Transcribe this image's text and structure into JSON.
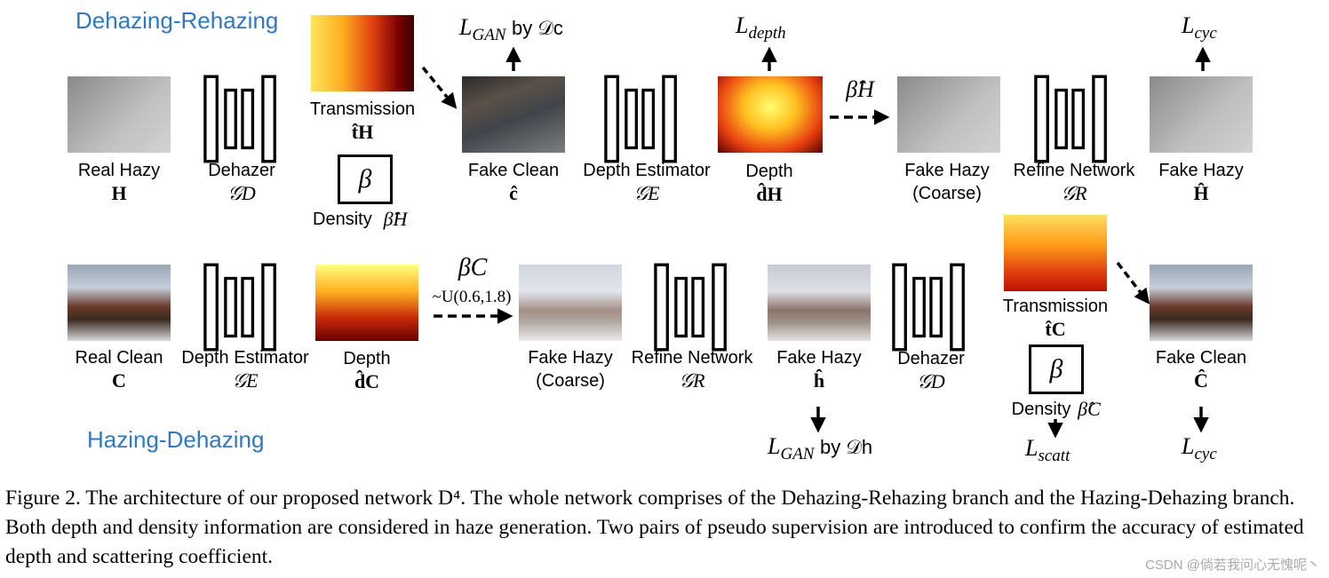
{
  "branches": {
    "top": "Dehazing-Rehazing",
    "bottom": "Hazing-Dehazing"
  },
  "top_row": {
    "real_hazy": {
      "label": "Real Hazy",
      "sym": "H"
    },
    "dehazer": {
      "label": "Dehazer",
      "sym": "𝒢D"
    },
    "transmission": {
      "label": "Transmission",
      "sym": "t̂H"
    },
    "density": {
      "label": "Density",
      "sym": "β̂H",
      "box": "β"
    },
    "fake_clean": {
      "label": "Fake Clean",
      "sym": "ĉ"
    },
    "depth_estimator": {
      "label": "Depth Estimator",
      "sym": "𝒢E"
    },
    "depth": {
      "label": "Depth",
      "sym": "d̂H"
    },
    "arrow_label": "β̂H",
    "fake_hazy_coarse": {
      "label": "Fake Hazy",
      "label2": "(Coarse)"
    },
    "refine": {
      "label": "Refine Network",
      "sym": "𝒢R"
    },
    "fake_hazy": {
      "label": "Fake Hazy",
      "sym": "Ĥ"
    },
    "loss_gan": {
      "main": "L",
      "sub": "GAN",
      "tail": "by 𝒟c"
    },
    "loss_depth": {
      "main": "L",
      "sub": "depth"
    },
    "loss_cyc": {
      "main": "L",
      "sub": "cyc"
    }
  },
  "bottom_row": {
    "real_clean": {
      "label": "Real Clean",
      "sym": "C"
    },
    "depth_estimator": {
      "label": "Depth Estimator",
      "sym": "𝒢E"
    },
    "depth": {
      "label": "Depth",
      "sym": "d̂C"
    },
    "arrow_label": "βC",
    "arrow_range": "~U(0.6,1.8)",
    "fake_hazy_coarse": {
      "label": "Fake Hazy",
      "label2": "(Coarse)"
    },
    "refine": {
      "label": "Refine Network",
      "sym": "𝒢R"
    },
    "fake_hazy": {
      "label": "Fake Hazy",
      "sym": "ĥ"
    },
    "dehazer": {
      "label": "Dehazer",
      "sym": "𝒢D"
    },
    "transmission": {
      "label": "Transmission",
      "sym": "t̂C"
    },
    "density": {
      "label": "Density",
      "sym": "β̂C",
      "box": "β"
    },
    "fake_clean": {
      "label": "Fake Clean",
      "sym": "Ĉ"
    },
    "loss_gan": {
      "main": "L",
      "sub": "GAN",
      "tail": "by 𝒟h"
    },
    "loss_scatt": {
      "main": "L",
      "sub": "scatt"
    },
    "loss_cyc": {
      "main": "L",
      "sub": "cyc"
    }
  },
  "caption": "Figure 2. The architecture of our proposed network D⁴. The whole network comprises of the Dehazing-Rehazing branch and the Hazing-Dehazing branch. Both depth and density information are considered in haze generation. Two pairs of pseudo supervision are introduced to confirm the accuracy of estimated depth and scattering coefficient.",
  "watermark": "CSDN @倘若我问心无愧呢丶"
}
